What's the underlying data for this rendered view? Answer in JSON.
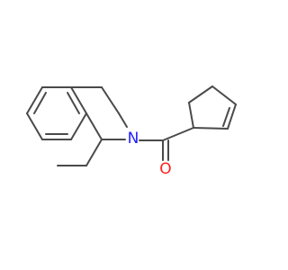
{
  "molecule": {
    "atoms": [
      {
        "id": "N1",
        "label": "N",
        "color": "#2020ff"
      },
      {
        "id": "O1",
        "label": "O",
        "color": "#ff2020"
      }
    ],
    "bond_color": "#4a4a4a"
  }
}
